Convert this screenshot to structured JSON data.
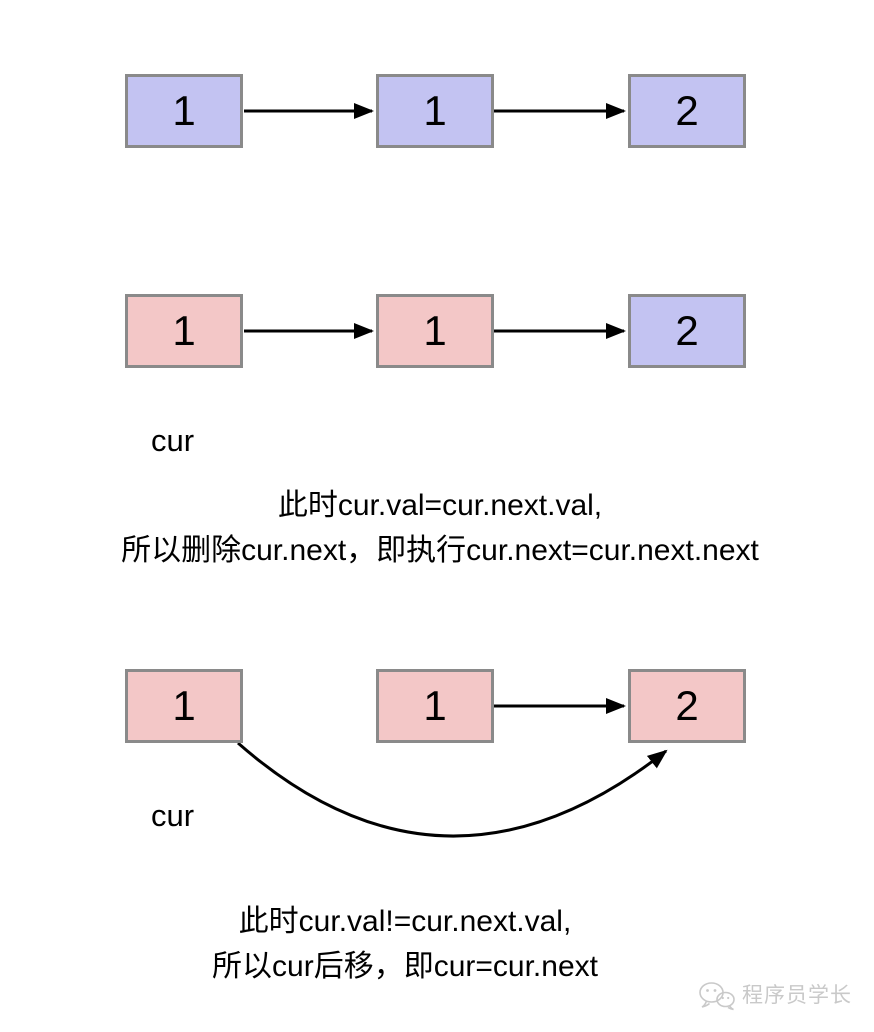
{
  "colors": {
    "node_blue": "#c3c3f2",
    "node_pink": "#f3c7c7",
    "node_border": "#8a8a8a",
    "arrow": "#000000",
    "watermark": "#c9c9c9"
  },
  "lists": [
    {
      "id": "original",
      "nodes": [
        {
          "value": "1",
          "variant": "blue"
        },
        {
          "value": "1",
          "variant": "blue"
        },
        {
          "value": "2",
          "variant": "blue"
        }
      ]
    },
    {
      "id": "duplicate-found",
      "pointer_label": "cur",
      "nodes": [
        {
          "value": "1",
          "variant": "pink"
        },
        {
          "value": "1",
          "variant": "pink"
        },
        {
          "value": "2",
          "variant": "blue"
        }
      ]
    },
    {
      "id": "after-delete",
      "pointer_label": "cur",
      "nodes": [
        {
          "value": "1",
          "variant": "pink"
        },
        {
          "value": "1",
          "variant": "pink"
        },
        {
          "value": "2",
          "variant": "pink"
        }
      ]
    }
  ],
  "captions": [
    {
      "line1": "此时cur.val=cur.next.val,",
      "line2": "所以删除cur.next，即执行cur.next=cur.next.next"
    },
    {
      "line1": "此时cur.val!=cur.next.val,",
      "line2": "所以cur后移，即cur=cur.next"
    }
  ],
  "watermark": {
    "icon": "wechat-icon",
    "text": "程序员学长"
  }
}
